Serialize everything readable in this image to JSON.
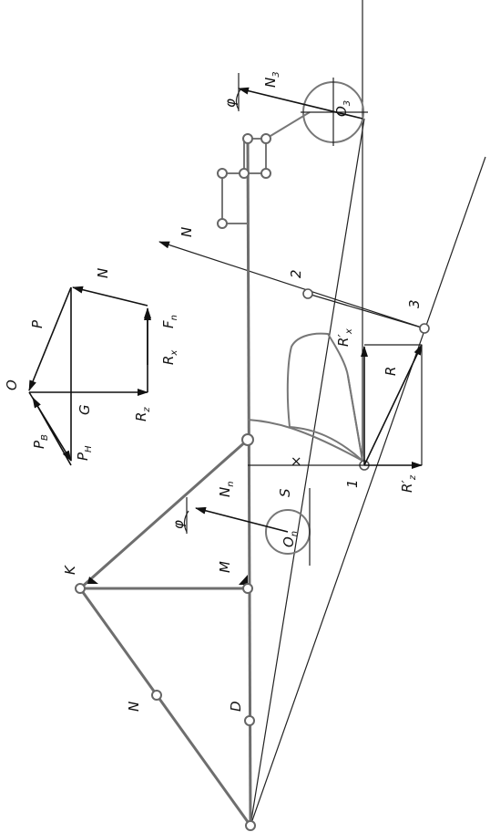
{
  "labels": {
    "O": "O",
    "P": "P",
    "N_poly": "N",
    "PB_main": "P",
    "PB_sub": "B",
    "PH_main": "P",
    "PH_sub": "H",
    "G": "G",
    "Rz_main": "R",
    "Rz_sub": "z",
    "Rx_main": "R",
    "Rx_sub": "x",
    "Fn_main": "F",
    "Fn_sub": "n",
    "N_top": "N",
    "O3_main": "O",
    "O3_sub": "3",
    "N3_main": "N",
    "N3_sub": "3",
    "phi_top": "φ",
    "pt2": "2",
    "pt3": "3",
    "pt1": "1",
    "Rx_prime_main": "R′",
    "Rx_prime_sub": "x",
    "R": "R",
    "Rz_prime_main": "R′",
    "Rz_prime_sub": "z",
    "S": "S",
    "Nn_main": "N",
    "Nn_sub": "n",
    "phi_bottom": "φ",
    "On_main": "O",
    "On_sub": "n",
    "K": "K",
    "M": "M",
    "N_side": "N",
    "D": "D",
    "cross": "×"
  },
  "colors": {
    "line": "#222222",
    "frame": "#6e6e6e",
    "background": "#ffffff"
  }
}
